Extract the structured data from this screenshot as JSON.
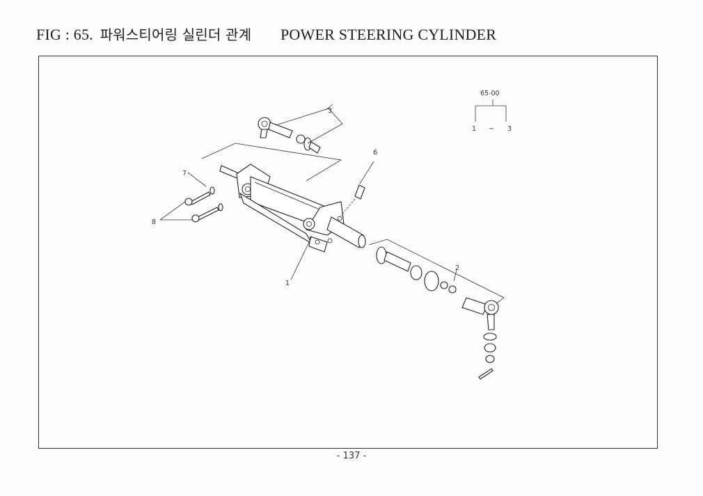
{
  "header": {
    "fig": "FIG : 65.",
    "title_ko": "파워스티어링 실린더 관계",
    "title_en": "POWER STEERING CYLINDER"
  },
  "assembly": {
    "code": "65-00",
    "range_start": "1",
    "range_sep": "~",
    "range_end": "3"
  },
  "callouts": {
    "c1": "1",
    "c2": "2",
    "c3": "3",
    "c6": "6",
    "c7": "7",
    "c8": "8"
  },
  "footer": {
    "page": "- 137 -"
  }
}
